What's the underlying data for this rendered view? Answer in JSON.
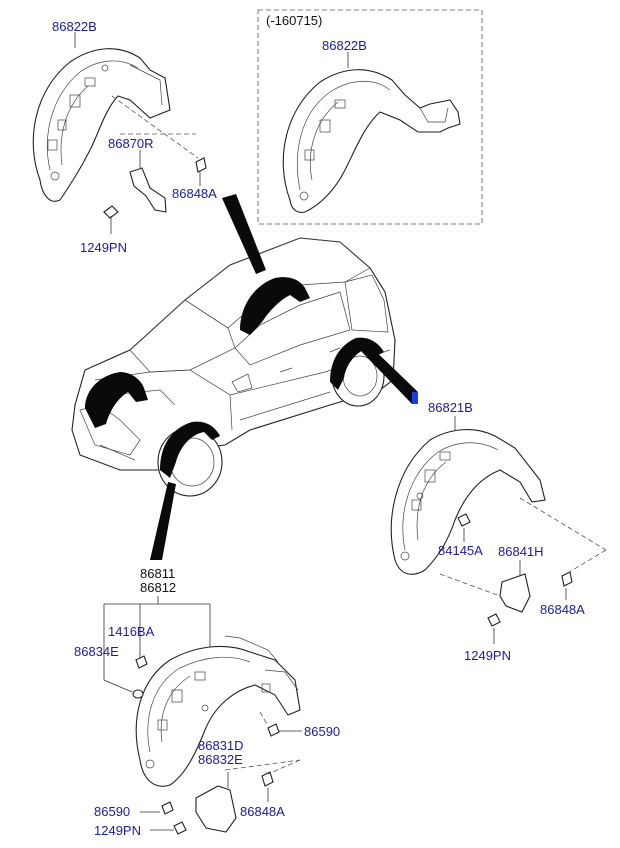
{
  "variant_note": "(-160715)",
  "labels": {
    "rr_upper_left_part": "86822B",
    "rr_variant_part": "86822B",
    "bracket_left": "86870R",
    "clip_left": "86848A",
    "screw_left": "1249PN",
    "rr_right_part": "86821B",
    "nut_right": "84145A",
    "bracket_right": "86841H",
    "clip_right": "86848A",
    "screw_right": "1249PN",
    "front_part_1": "86811",
    "front_part_2": "86812",
    "screw_front_1": "1416BA",
    "washer_front": "86834E",
    "nut_front": "86590",
    "mudguard_1": "86831D",
    "mudguard_2": "86832E",
    "clip_front": "86848A",
    "nut_front_bottom": "86590",
    "screw_front_bottom": "1249PN"
  },
  "colors": {
    "label": "#1a1aa6",
    "line": "#333333",
    "highlight": "#0a0a0a"
  }
}
